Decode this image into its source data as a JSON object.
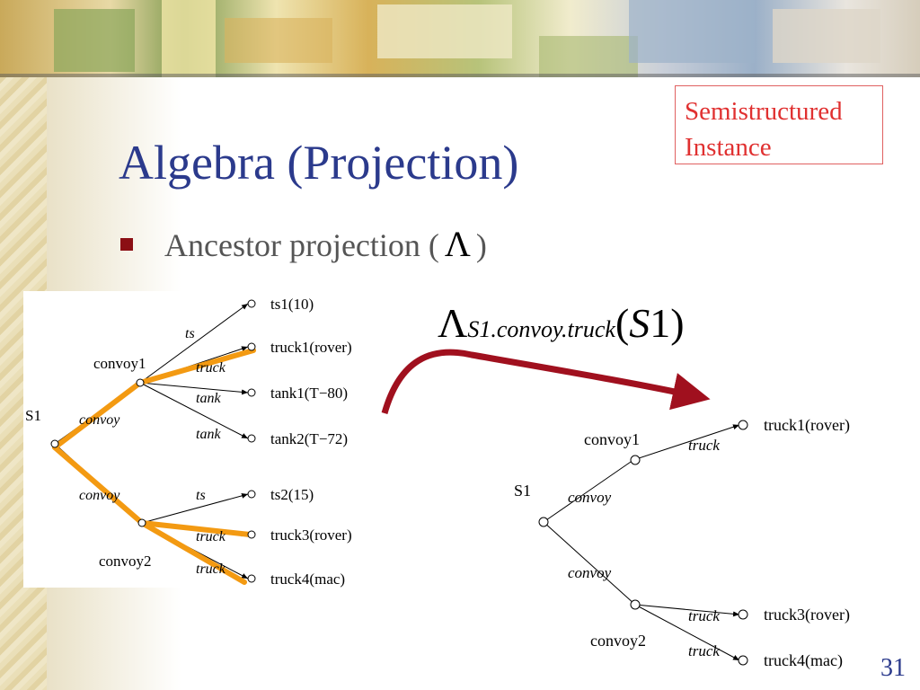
{
  "title": "Algebra (Projection)",
  "bullet": {
    "text": "Ancestor projection (",
    "symbol": "Λ",
    "close": ")"
  },
  "callout": {
    "line1": "Semistructured",
    "line2": "Instance"
  },
  "formula": {
    "symbol": "Λ",
    "subscript": "S1.convoy.truck",
    "open": "(",
    "arg": "S",
    "arg_num": "1",
    "close": ")"
  },
  "page_number": "31",
  "tree_left": {
    "root": "S1",
    "nodes": {
      "convoy1": "convoy1",
      "convoy2": "convoy2"
    },
    "edges": {
      "convoy_a": "convoy",
      "convoy_b": "convoy",
      "ts_1": "ts",
      "truck_1": "truck",
      "tank_1": "tank",
      "tank_2": "tank",
      "ts_2": "ts",
      "truck_3": "truck",
      "truck_4": "truck"
    },
    "leaves": {
      "ts1": "ts1(10)",
      "truck1": "truck1(rover)",
      "tank1": "tank1(T−80)",
      "tank2": "tank2(T−72)",
      "ts2": "ts2(15)",
      "truck3": "truck3(rover)",
      "truck4": "truck4(mac)"
    }
  },
  "tree_right": {
    "root": "S1",
    "nodes": {
      "convoy1": "convoy1",
      "convoy2": "convoy2"
    },
    "edges": {
      "convoy_a": "convoy",
      "convoy_b": "convoy",
      "truck_1": "truck",
      "truck_3": "truck",
      "truck_4": "truck"
    },
    "leaves": {
      "truck1": "truck1(rover)",
      "truck3": "truck3(rover)",
      "truck4": "truck4(mac)"
    }
  },
  "colors": {
    "title": "#2b3a8c",
    "bullet": "#8b0f14",
    "callout_text": "#e03030",
    "highlight": "#f39a12",
    "arrow": "#a0101e"
  }
}
